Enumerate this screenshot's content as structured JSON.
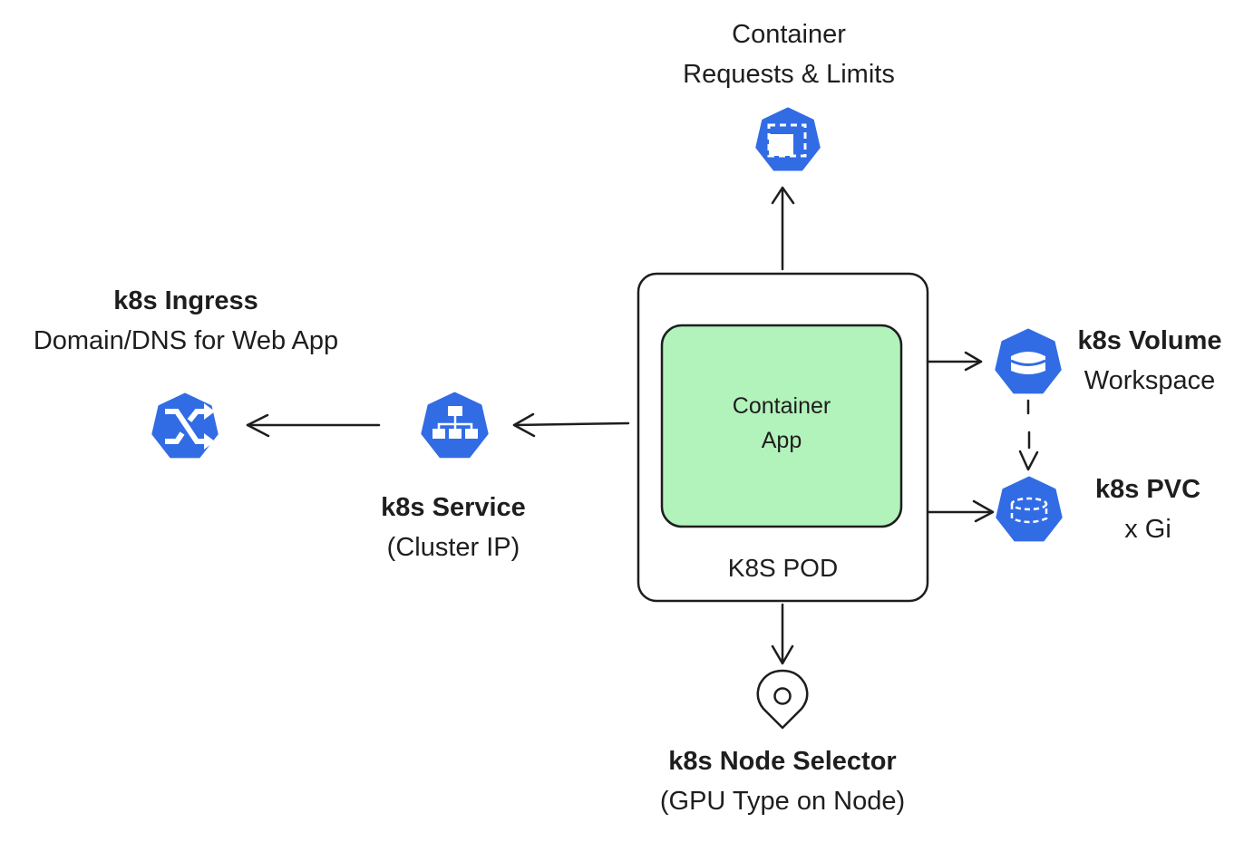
{
  "diagram": {
    "pod": {
      "label": "K8S POD",
      "container_line1": "Container",
      "container_line2": "App",
      "container_fill": "#b2f2bb"
    },
    "requests_limits": {
      "title": "Container",
      "subtitle": "Requests & Limits",
      "icon": "k8s-limits-icon"
    },
    "ingress": {
      "title": "k8s Ingress",
      "subtitle": "Domain/DNS for Web App",
      "icon": "k8s-ingress-icon"
    },
    "service": {
      "title": "k8s Service",
      "subtitle": "(Cluster IP)",
      "icon": "k8s-service-icon"
    },
    "volume": {
      "title": "k8s Volume",
      "subtitle": "Workspace",
      "icon": "k8s-volume-icon"
    },
    "pvc": {
      "title": "k8s PVC",
      "subtitle": "x Gi",
      "icon": "k8s-pvc-icon"
    },
    "node_selector": {
      "title": "k8s Node Selector",
      "subtitle": "(GPU Type on Node)",
      "icon": "location-pin-icon"
    },
    "colors": {
      "k8s_blue": "#326ce5",
      "stroke": "#1e1e1e"
    }
  }
}
